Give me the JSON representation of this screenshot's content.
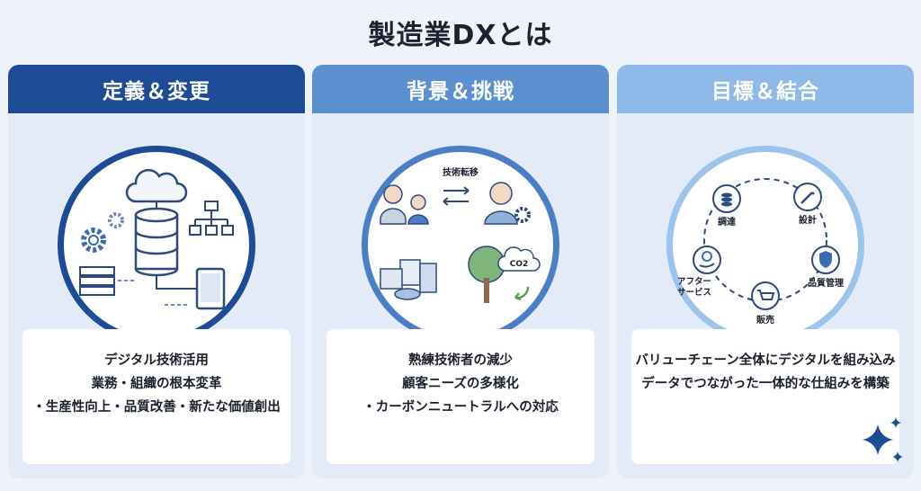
{
  "title": "製造業DXとは",
  "panels": [
    {
      "header": "定義＆変更",
      "header_color": "#1e4b96",
      "ring_color": "#1e4b96",
      "lines": [
        "デジタル技術活用",
        "業務・組織の根本変革",
        "・生産性向上・品質改善・新たな価値創出"
      ]
    },
    {
      "header": "背景＆挑戦",
      "header_color": "#5b8fd0",
      "ring_color": "#4a7fc8",
      "image_label": "技術転移",
      "lines": [
        "熟練技術者の減少",
        "顧客ニーズの多様化",
        "・カーボンニュートラルへの対応"
      ]
    },
    {
      "header": "目標＆結合",
      "header_color": "#8fb9e8",
      "ring_color": "#9cc3ec",
      "cycle_nodes": [
        "調達",
        "設計",
        "品質管理",
        "販売",
        "アフターサービス"
      ],
      "lines": [
        "バリューチェーン全体にデジタルを組み込み",
        "データでつながった一体的な仕組みを構築"
      ]
    }
  ],
  "co2_label": "CO2",
  "colors": {
    "background": "#eef3fb",
    "panel": "#e3ebf8",
    "icon_dark": "#2d4a7c"
  }
}
